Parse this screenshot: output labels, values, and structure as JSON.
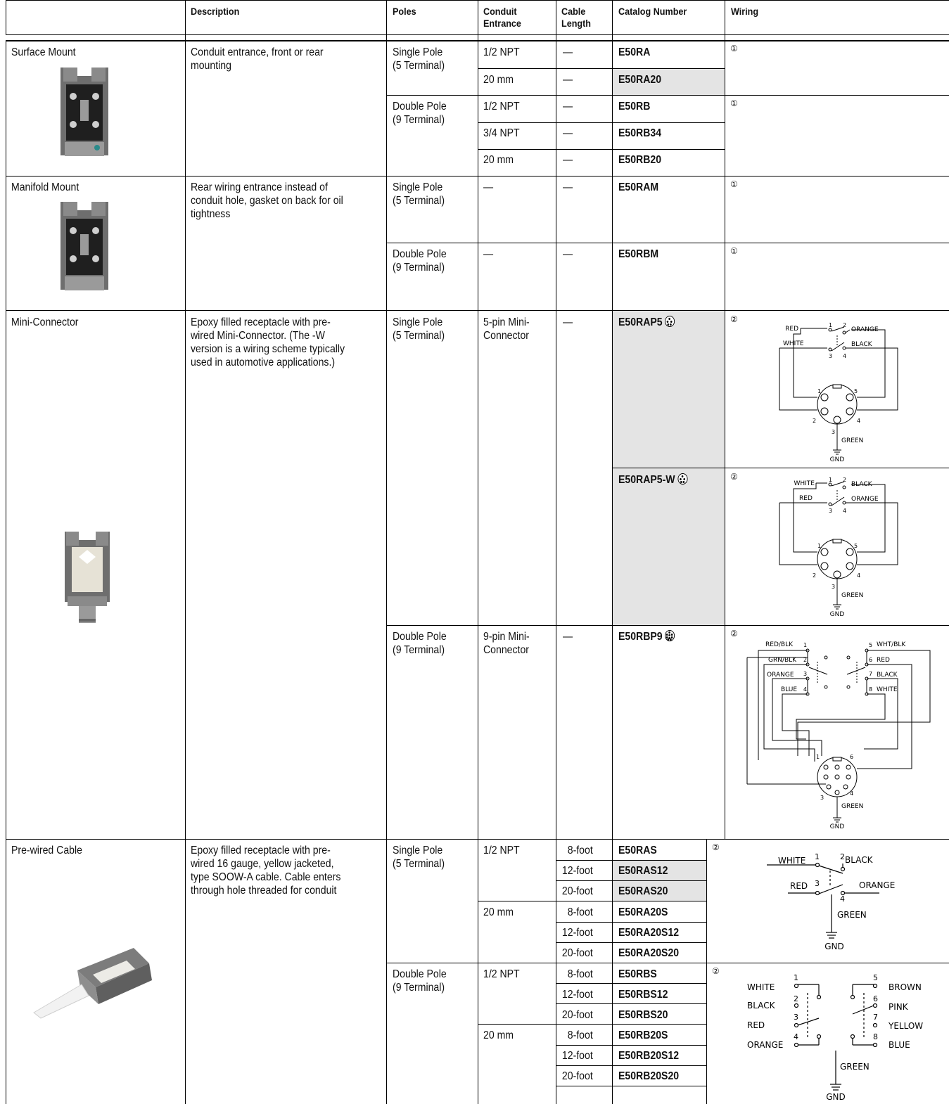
{
  "headers": {
    "description": "Description",
    "poles": "Poles",
    "conduit": "Conduit\nEntrance",
    "cable": "Cable\nLength",
    "catalog": "Catalog Number",
    "wiring": "Wiring"
  },
  "dash": "—",
  "notes": {
    "one": "①",
    "two": "②"
  },
  "surface": {
    "name": "Surface Mount",
    "desc": "Conduit entrance, front or rear\nmounting",
    "single_poles": "Single Pole\n(5 Terminal)",
    "double_poles": "Double Pole\n(9 Terminal)",
    "rows": [
      {
        "conduit": "1/2 NPT",
        "cable": "—",
        "catalog": "E50RA"
      },
      {
        "conduit": "20 mm",
        "cable": "—",
        "catalog": "E50RA20"
      },
      {
        "conduit": "1/2 NPT",
        "cable": "—",
        "catalog": "E50RB"
      },
      {
        "conduit": "3/4 NPT",
        "cable": "—",
        "catalog": "E50RB34"
      },
      {
        "conduit": "20 mm",
        "cable": "—",
        "catalog": "E50RB20"
      }
    ]
  },
  "manifold": {
    "name": "Manifold Mount",
    "desc": "Rear wiring entrance instead of\nconduit hole, gasket on back for oil\ntightness",
    "single_poles": "Single Pole\n(5 Terminal)",
    "double_poles": "Double Pole\n(9 Terminal)",
    "cat_a": "E50RAM",
    "cat_b": "E50RBM"
  },
  "mini": {
    "name": "Mini-Connector",
    "desc": "Epoxy filled receptacle with pre-\nwired Mini-Connector. (The -W\nversion is a wiring scheme typically\nused in automotive applications.)",
    "single_poles": "Single Pole\n(5 Terminal)",
    "single_conduit": "5-pin Mini-\nConnector",
    "cat_a": "E50RAP5",
    "cat_b": "E50RAP5-W",
    "double_poles": "Double Pole\n(9 Terminal)",
    "double_conduit": "9-pin Mini-\nConnector",
    "cat_c": "E50RBP9"
  },
  "prewired": {
    "name": "Pre-wired Cable",
    "desc": "Epoxy filled receptacle with pre-\nwired 16 gauge, yellow jacketed,\ntype SOOW-A cable. Cable enters\nthrough hole threaded for conduit",
    "single_poles": "Single Pole\n(5 Terminal)",
    "double_poles": "Double Pole\n(9 Terminal)",
    "npt": "1/2 NPT",
    "mm": "20 mm",
    "rows": [
      {
        "cable": "8-foot",
        "catalog": "E50RAS"
      },
      {
        "cable": "12-foot",
        "catalog": "E50RAS12"
      },
      {
        "cable": "20-foot",
        "catalog": "E50RAS20"
      },
      {
        "cable": "8-foot",
        "catalog": "E50RA20S"
      },
      {
        "cable": "12-foot",
        "catalog": "E50RA20S12"
      },
      {
        "cable": "20-foot",
        "catalog": "E50RA20S20"
      },
      {
        "cable": "8-foot",
        "catalog": "E50RBS"
      },
      {
        "cable": "12-foot",
        "catalog": "E50RBS12"
      },
      {
        "cable": "20-foot",
        "catalog": "E50RBS20"
      },
      {
        "cable": "8-foot",
        "catalog": "E50RB20S"
      },
      {
        "cable": "12-foot",
        "catalog": "E50RB20S12"
      },
      {
        "cable": "20-foot",
        "catalog": "E50RB20S20"
      }
    ]
  },
  "diagrams": {
    "ap5": {
      "l1": "RED",
      "l2": "WHITE",
      "r1": "ORANGE",
      "r2": "BLACK",
      "gnd": "GND",
      "green": "GREEN"
    },
    "ap5w": {
      "l1": "WHITE",
      "l2": "RED",
      "r1": "BLACK",
      "r2": "ORANGE",
      "gnd": "GND",
      "green": "GREEN"
    },
    "bp9": {
      "l1": "RED/BLK",
      "l2": "GRN/BLK",
      "l3": "ORANGE",
      "l4": "BLUE",
      "r1": "WHT/BLK",
      "r2": "RED",
      "r3": "BLACK",
      "r4": "WHITE",
      "gnd": "GND",
      "green": "GREEN"
    },
    "ras": {
      "l1": "WHITE",
      "l2": "RED",
      "r1": "BLACK",
      "r2": "ORANGE",
      "gnd": "GND",
      "green": "GREEN"
    },
    "rbs": {
      "l1": "WHITE",
      "l2": "BLACK",
      "l3": "RED",
      "l4": "ORANGE",
      "r1": "BROWN",
      "r2": "PINK",
      "r3": "YELLOW",
      "r4": "BLUE",
      "gnd": "GND",
      "green": "GREEN"
    }
  }
}
